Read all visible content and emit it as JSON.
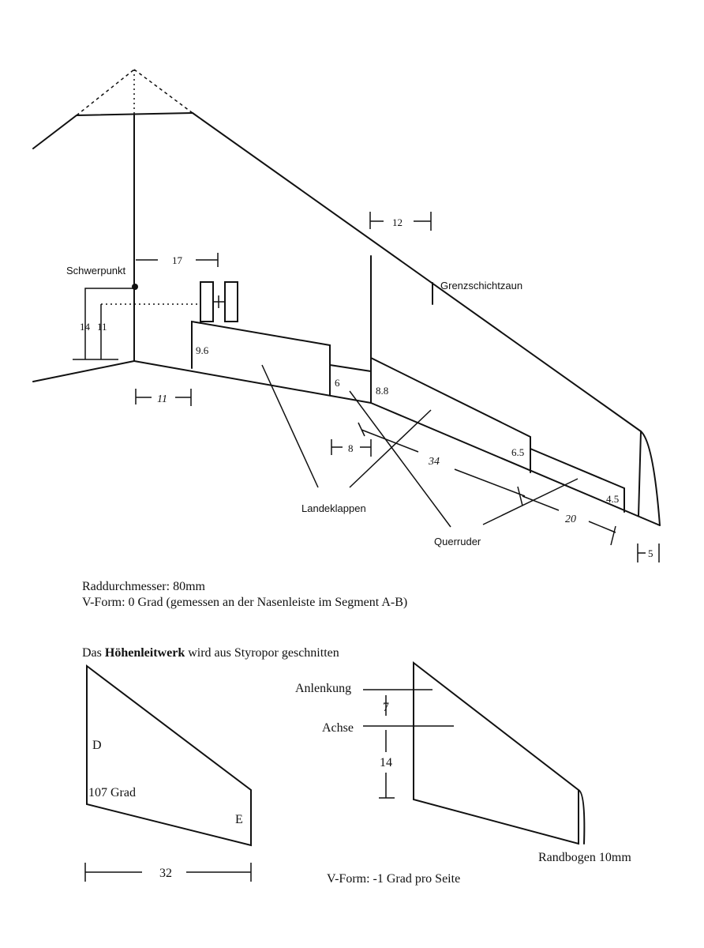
{
  "wing": {
    "labels": {
      "schwerpunkt": "Schwerpunkt",
      "grenzschichtzaun": "Grenzschichtzaun",
      "landeklappen": "Landeklappen",
      "querruder": "Querruder"
    },
    "dims": {
      "d17": "17",
      "d12": "12",
      "d14": "14",
      "d11a": "11",
      "d11b": "11",
      "d9_6": "9.6",
      "d6": "6",
      "d8_8": "8.8",
      "d8": "8",
      "d34": "34",
      "d6_5": "6.5",
      "d4_5": "4.5",
      "d20": "20",
      "d5": "5"
    }
  },
  "notes": {
    "raddurchmesser": "Raddurchmesser:  80mm",
    "vform_wing": "V-Form:  0 Grad  (gemessen an der Nasenleiste im Segment A-B)",
    "hl_prefix": "Das ",
    "hl_bold": "Höhenleitwerk",
    "hl_suffix": " wird aus Styropor geschnitten"
  },
  "tail": {
    "labels": {
      "d": "D",
      "e": "E",
      "angle": "107 Grad",
      "span": "32",
      "anlenkung": "Anlenkung",
      "achse": "Achse",
      "d7": "7",
      "d14": "14",
      "randbogen": "Randbogen 10mm",
      "vform": "V-Form:  -1 Grad pro Seite"
    }
  }
}
